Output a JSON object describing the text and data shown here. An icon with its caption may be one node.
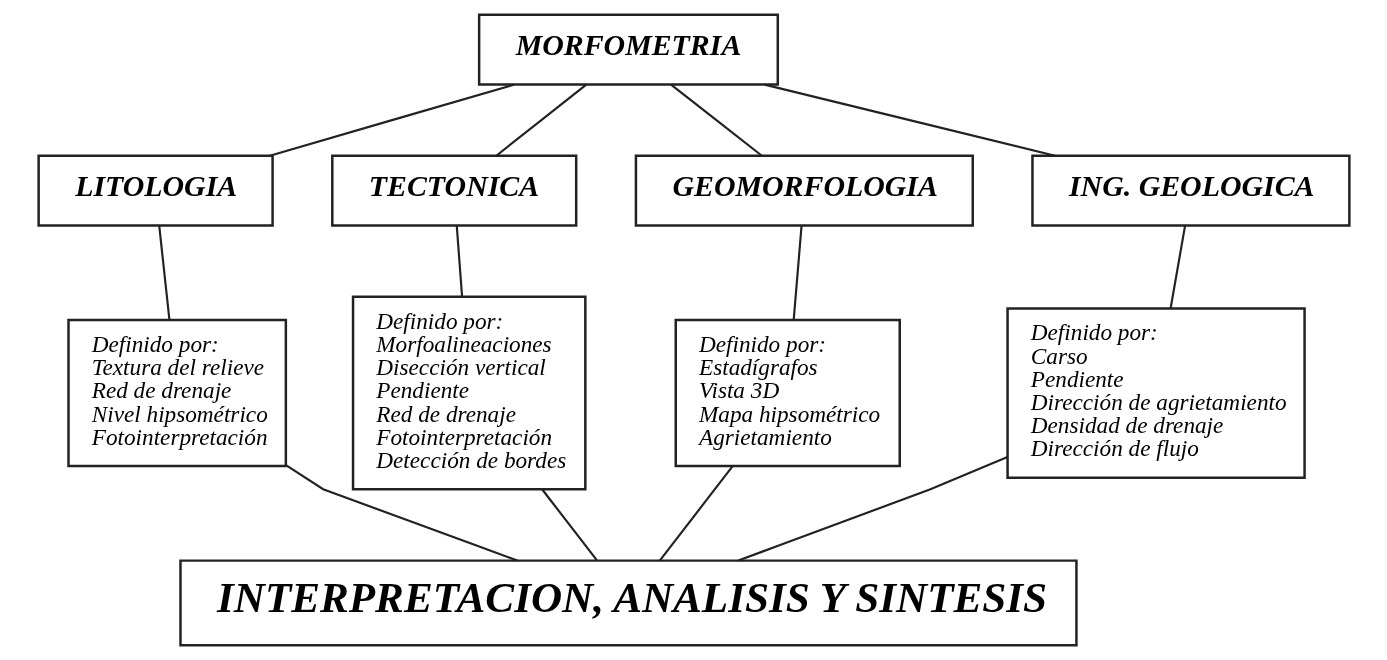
{
  "diagram": {
    "nodes": [
      {
        "text": [
          "MORFOMETRIA"
        ]
      },
      {
        "text": [
          "LITOLOGIA"
        ]
      },
      {
        "text": [
          "TECTONICA"
        ]
      },
      {
        "text": [
          "GEOMORFOLOGIA"
        ]
      },
      {
        "text": [
          "ING. GEOLOGICA"
        ]
      },
      {
        "text": [
          "Definido por:",
          "Textura del relieve",
          "Red de drenaje",
          "Nivel hipsométrico",
          "Fotointerpretación"
        ]
      },
      {
        "text": [
          "Definido por:",
          "Morfoalineaciones",
          "Disección vertical",
          "Pendiente",
          "Red de drenaje",
          "Fotointerpretación",
          "Detección de bordes"
        ]
      },
      {
        "text": [
          "Definido por:",
          "Estadígrafos",
          "Vista 3D",
          "Mapa hipsométrico",
          "Agrietamiento"
        ]
      },
      {
        "text": [
          "Definido por:",
          "Carso",
          "Pendiente",
          "Dirección de agrietamiento",
          "Densidad de drenaje",
          "Dirección de flujo"
        ]
      },
      {
        "text": [
          "INTERPRETACION, ANALISIS Y SINTESIS"
        ]
      }
    ],
    "edges": [
      {
        "from": 0,
        "to": 1,
        "arrow": "none"
      },
      {
        "from": 0,
        "to": 2,
        "arrow": "none"
      },
      {
        "from": 0,
        "to": 3,
        "arrow": "none"
      },
      {
        "from": 0,
        "to": 4,
        "arrow": "none"
      },
      {
        "from": 1,
        "to": 5,
        "arrow": "none"
      },
      {
        "from": 2,
        "to": 6,
        "arrow": "none"
      },
      {
        "from": 3,
        "to": 7,
        "arrow": "none"
      },
      {
        "from": 4,
        "to": 8,
        "arrow": "none"
      },
      {
        "from": 5,
        "to": 9,
        "arrow": "none"
      },
      {
        "from": 6,
        "to": 9,
        "arrow": "none"
      },
      {
        "from": 7,
        "to": 9,
        "arrow": "none"
      },
      {
        "from": 8,
        "to": 9,
        "arrow": "none"
      }
    ]
  }
}
